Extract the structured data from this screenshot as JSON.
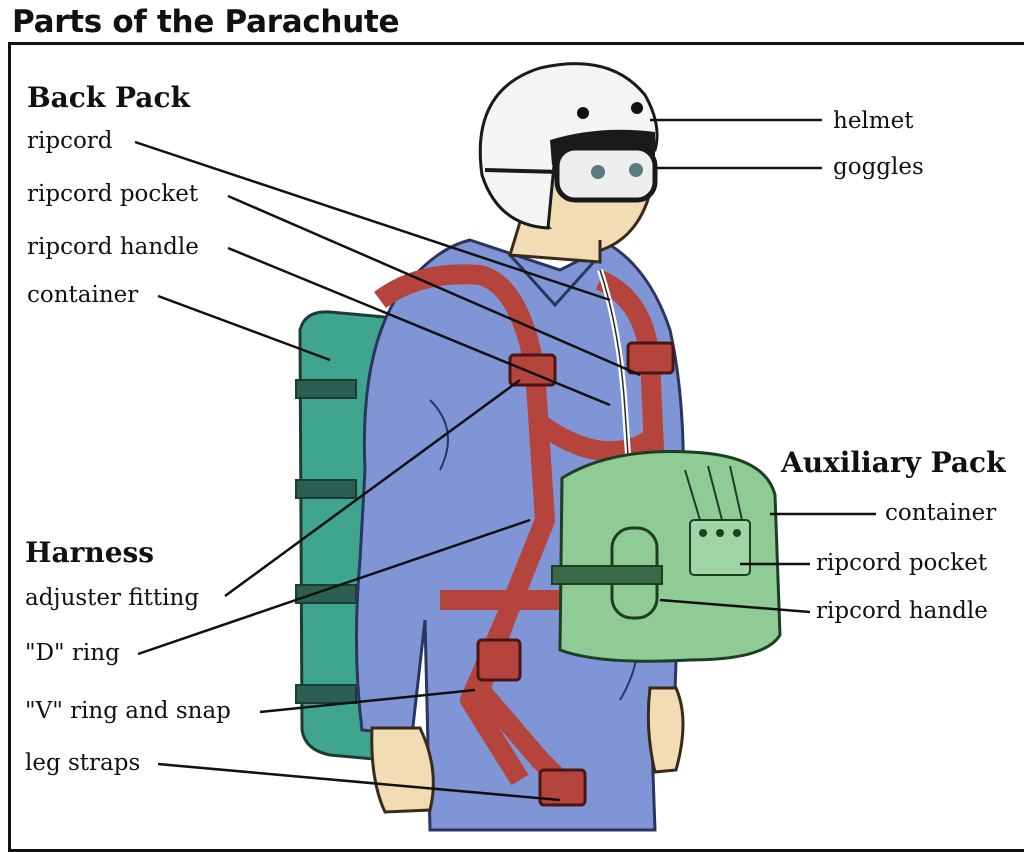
{
  "title": "Parts of the Parachute",
  "back_pack": {
    "heading": "Back Pack",
    "ripcord": "ripcord",
    "ripcord_pocket": "ripcord pocket",
    "ripcord_handle": "ripcord handle",
    "container": "container"
  },
  "harness": {
    "heading": "Harness",
    "adjuster_fitting": "adjuster fitting",
    "d_ring": "\"D\" ring",
    "v_ring_and_snap": "\"V\" ring and snap",
    "leg_straps": "leg straps"
  },
  "head_gear": {
    "helmet": "helmet",
    "goggles": "goggles"
  },
  "auxiliary_pack": {
    "heading": "Auxiliary Pack",
    "container": "container",
    "ripcord_pocket": "ripcord pocket",
    "ripcord_handle": "ripcord handle"
  },
  "colors": {
    "jumpsuit": "#7f95d6",
    "harness": "#b5443c",
    "back_pack": "#3fa58e",
    "aux_pack": "#8fcb95",
    "skin": "#f2dcb4",
    "helmet": "#f4f4f4"
  }
}
